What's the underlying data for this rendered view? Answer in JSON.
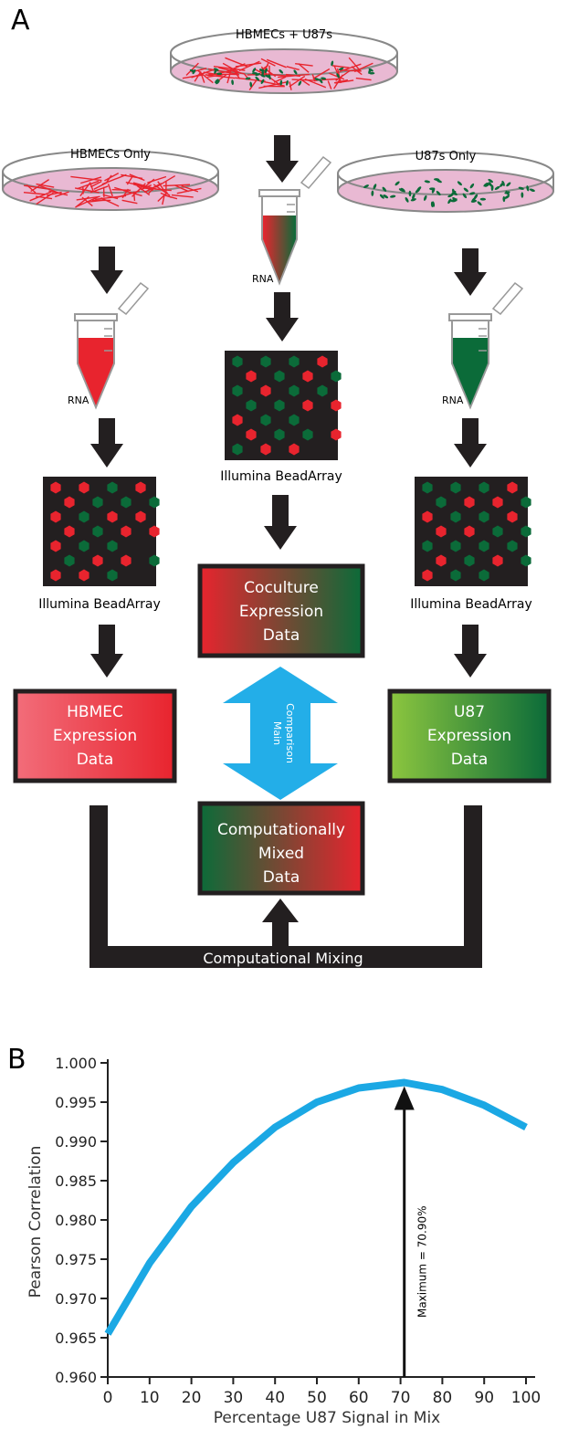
{
  "panel_a": {
    "label": "A",
    "top_dish": "HBMECs + U87s",
    "left_dish": "HBMECs Only",
    "right_dish": "U87s Only",
    "rna": "RNA",
    "beadarray": "Illumina BeadArray",
    "coculture": [
      "Coculture",
      "Expression",
      "Data"
    ],
    "hbmec": [
      "HBMEC",
      "Expression",
      "Data"
    ],
    "u87": [
      "U87",
      "Expression",
      "Data"
    ],
    "mixed": [
      "Computationally",
      "Mixed",
      "Data"
    ],
    "comparison": [
      "Main",
      "Comparison"
    ],
    "mixing": "Computational Mixing",
    "colors": {
      "red": "#e8242e",
      "green": "#0b6b39",
      "blue": "#23aee8",
      "pink": "#e9b9d3",
      "lightgreen": "#8cc63f"
    }
  },
  "panel_b": {
    "label": "B",
    "annotation": "Maximum = 70.90%"
  },
  "chart_data": {
    "type": "line",
    "xlabel": "Percentage U87 Signal in Mix",
    "ylabel": "Pearson Correlation",
    "xlim": [
      0,
      100
    ],
    "ylim": [
      0.96,
      1.0
    ],
    "xticks": [
      "0",
      "10",
      "20",
      "30",
      "40",
      "50",
      "60",
      "70",
      "80",
      "90",
      "100"
    ],
    "yticks": [
      "0.960",
      "0.965",
      "0.970",
      "0.975",
      "0.980",
      "0.985",
      "0.990",
      "0.995",
      "1.000"
    ],
    "series": [
      {
        "x": [
          0,
          10,
          20,
          30,
          40,
          50,
          60,
          70.9,
          80,
          90,
          100
        ],
        "y": [
          0.9655,
          0.9745,
          0.9817,
          0.9873,
          0.9918,
          0.995,
          0.9968,
          0.9975,
          0.9966,
          0.9946,
          0.9918
        ]
      }
    ],
    "annotation": {
      "x": 70.9
    },
    "color": "#1ba8e4"
  }
}
